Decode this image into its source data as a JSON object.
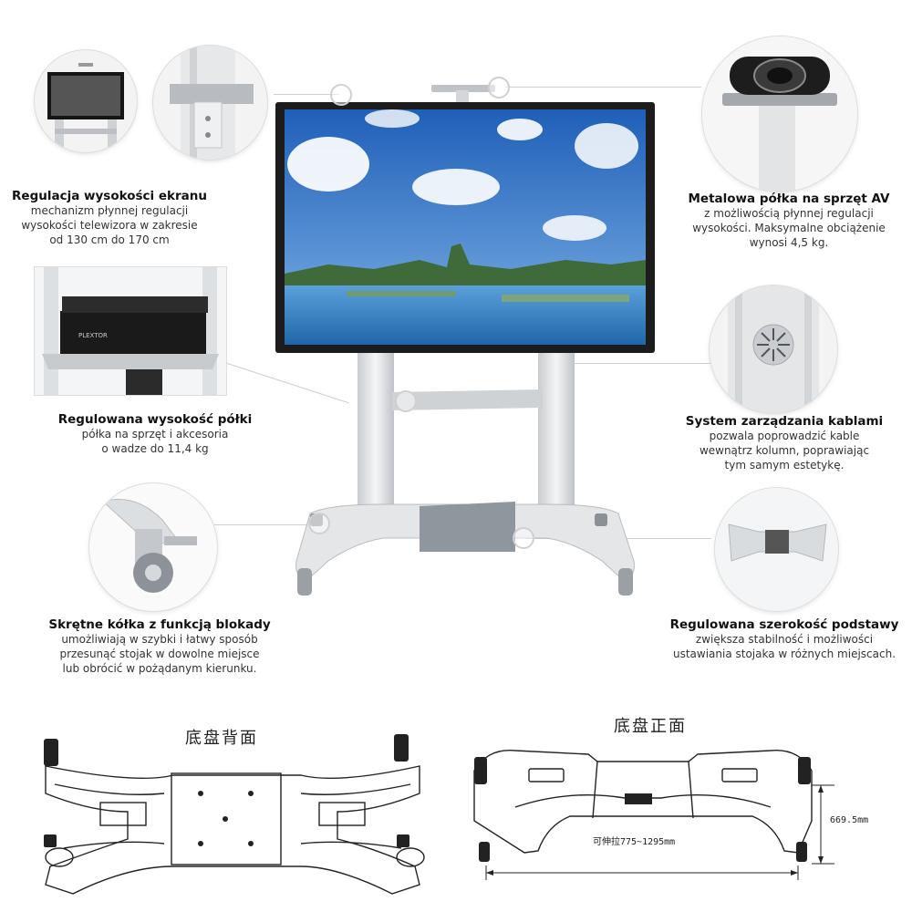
{
  "features": {
    "screen_height": {
      "title": "Regulacja wysokości ekranu",
      "desc": "mechanizm płynnej regulacji\nwysokości telewizora w zakresie\nod 130 cm do 170 cm"
    },
    "av_shelf": {
      "title": "Metalowa półka na sprzęt AV",
      "desc": "z możliwością płynnej regulacji\nwysokości. Maksymalne obciążenie\nwynosi 4,5 kg."
    },
    "shelf_height": {
      "title": "Regulowana wysokość półki",
      "desc": "półka na sprzęt i akcesoria\no wadze do 11,4 kg"
    },
    "cable_mgmt": {
      "title": "System zarządzania kablami",
      "desc": "pozwala poprowadzić kable\nwewnątrz kolumn, poprawiając\ntym samym estetykę."
    },
    "casters": {
      "title": "Skrętne kółka z funkcją blokady",
      "desc": "umożliwiają w szybki i łatwy sposób\nprzesunąć stojak w dowolne miejsce\nlub obrócić w pożądanym kierunku."
    },
    "base_width": {
      "title": "Regulowana szerokość podstawy",
      "desc": "zwiększa stabilność i możliwości\nustawiania stojaka w różnych miejscach."
    }
  },
  "dvd_brand": "PLEXTOR",
  "diagrams": {
    "back_label": "底盘背面",
    "front_label": "底盘正面",
    "width_label": "可伸拉775~1295mm",
    "height_label": "669.5mm"
  },
  "colors": {
    "frame": "#d9dcdf",
    "sky": "#2f73c9",
    "water": "#3a86c8",
    "line": "#cfcfcf"
  }
}
